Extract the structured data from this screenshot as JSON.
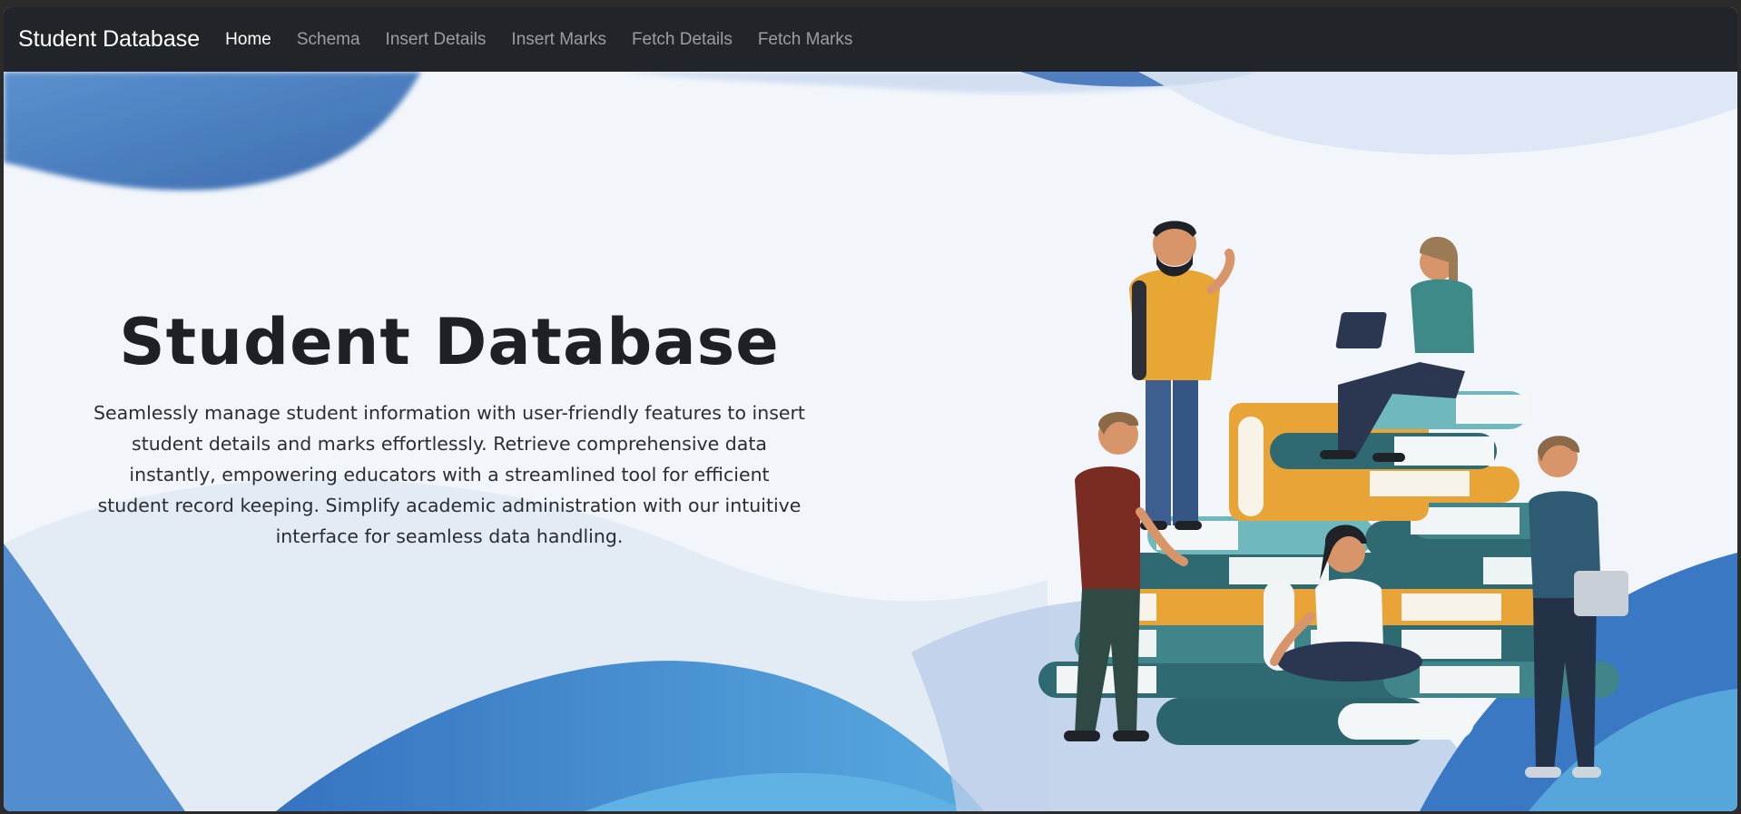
{
  "navbar": {
    "brand": "Student Database",
    "items": [
      {
        "label": "Home",
        "active": true
      },
      {
        "label": "Schema",
        "active": false
      },
      {
        "label": "Insert Details",
        "active": false
      },
      {
        "label": "Insert Marks",
        "active": false
      },
      {
        "label": "Fetch Details",
        "active": false
      },
      {
        "label": "Fetch Marks",
        "active": false
      }
    ]
  },
  "hero": {
    "title": "Student Database",
    "description": "Seamlessly manage student information with user-friendly features to insert student details and marks effortlessly. Retrieve comprehensive data instantly, empowering educators with a streamlined tool for efficient student record keeping. Simplify academic administration with our intuitive interface for seamless data handling."
  },
  "colors": {
    "navbar_bg": "#212529",
    "nav_active": "#ffffff",
    "nav_inactive": "#8c9095",
    "wave_dark": "#2f67b5",
    "wave_light": "#5aa7dc",
    "book_teal": "#2f6a72",
    "book_orange": "#e9a437"
  }
}
